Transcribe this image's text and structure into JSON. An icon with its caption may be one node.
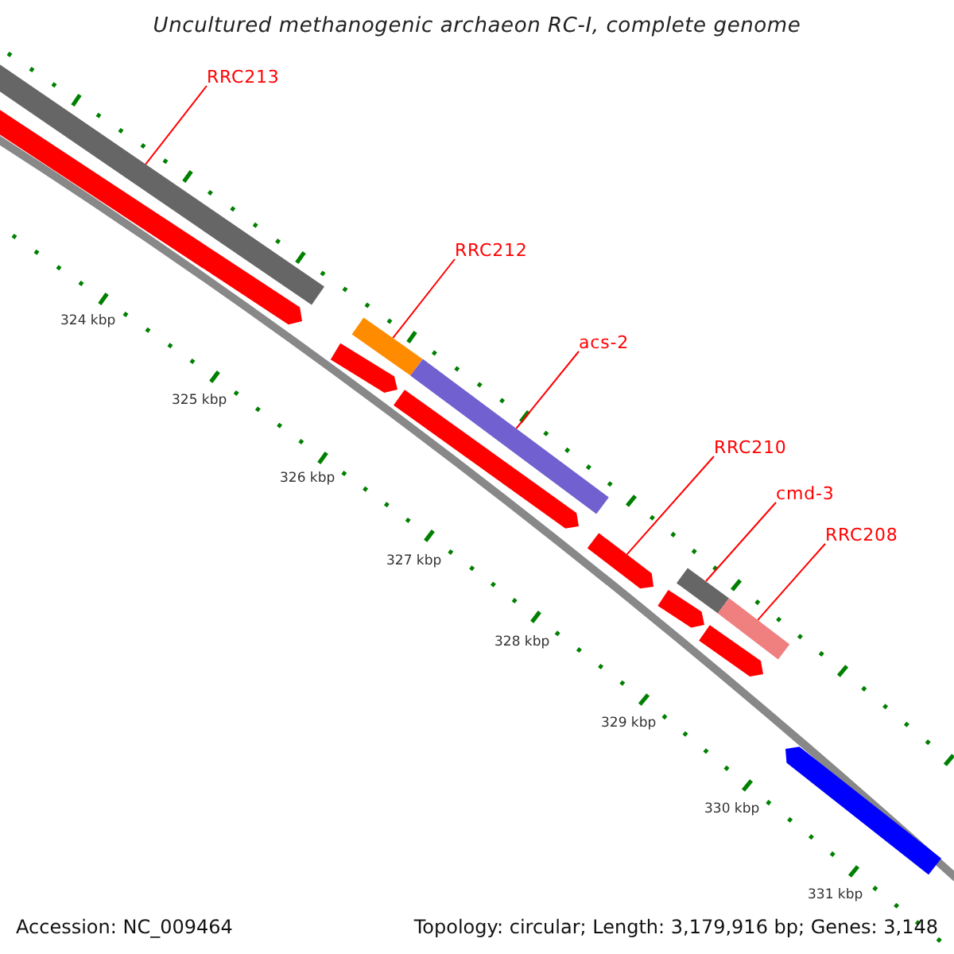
{
  "diagram": {
    "title": "Uncultured methanogenic archaeon RC-I, complete genome",
    "nodes": [
      {
        "text": [
          "RRC213"
        ]
      },
      {
        "text": [],
        "shape": "bar"
      },
      {
        "text": [
          "RRC212"
        ]
      },
      {
        "text": [],
        "shape": "bar"
      },
      {
        "text": [
          "acs-2"
        ]
      },
      {
        "text": [],
        "shape": "bar"
      },
      {
        "text": [
          "RRC210"
        ]
      },
      {
        "text": [],
        "shape": "bar"
      },
      {
        "text": [
          "cmd-3"
        ]
      },
      {
        "text": [],
        "shape": "bar"
      },
      {
        "text": [
          "RRC208"
        ]
      },
      {
        "text": [],
        "shape": "bar"
      },
      {
        "text": [],
        "shape": "bar"
      },
      {
        "text": [],
        "shape": "bar"
      },
      {
        "text": [],
        "shape": "bar"
      },
      {
        "text": [],
        "shape": "bar"
      },
      {
        "text": [],
        "shape": "bar"
      },
      {
        "text": [],
        "shape": "bar"
      }
    ],
    "edges": [
      {
        "from": 0,
        "to": 1,
        "arrow": "none"
      },
      {
        "from": 2,
        "to": 3,
        "arrow": "none"
      },
      {
        "from": 4,
        "to": 5,
        "arrow": "none"
      },
      {
        "from": 6,
        "to": 7,
        "arrow": "none"
      },
      {
        "from": 8,
        "to": 9,
        "arrow": "none"
      },
      {
        "from": 10,
        "to": 11,
        "arrow": "none"
      }
    ],
    "labels": [
      "324 kbp",
      "325 kbp",
      "326 kbp",
      "327 kbp",
      "328 kbp",
      "329 kbp",
      "330 kbp",
      "331 kbp",
      "Accession: NC_009464",
      "Topology: circular; Length: 3,179,916 bp; Genes: 3,148"
    ]
  }
}
